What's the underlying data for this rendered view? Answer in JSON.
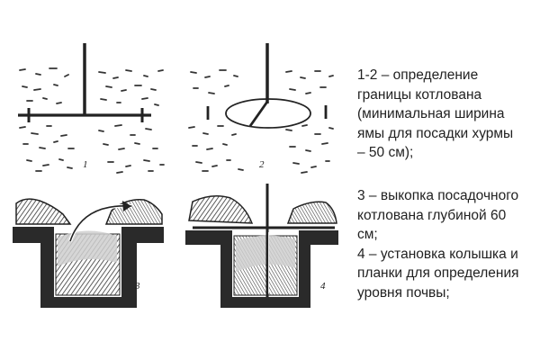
{
  "panels": {
    "p1": {
      "number": "1"
    },
    "p2": {
      "number": "2"
    },
    "p3": {
      "number": "3"
    },
    "p4": {
      "number": "4"
    }
  },
  "legend": {
    "block1": [
      "1-2 – определение",
      "границы котлована",
      "(минимальная ширина",
      "ямы для посадки хурмы",
      "– 50 см);"
    ],
    "block2": [
      "3 – выкопка посадочного",
      "котлована глубиной 60",
      "см;",
      "4 – установка колышка и",
      "планки для определения",
      "уровня почвы;"
    ]
  },
  "colors": {
    "ink": "#222222",
    "background": "#ffffff"
  }
}
